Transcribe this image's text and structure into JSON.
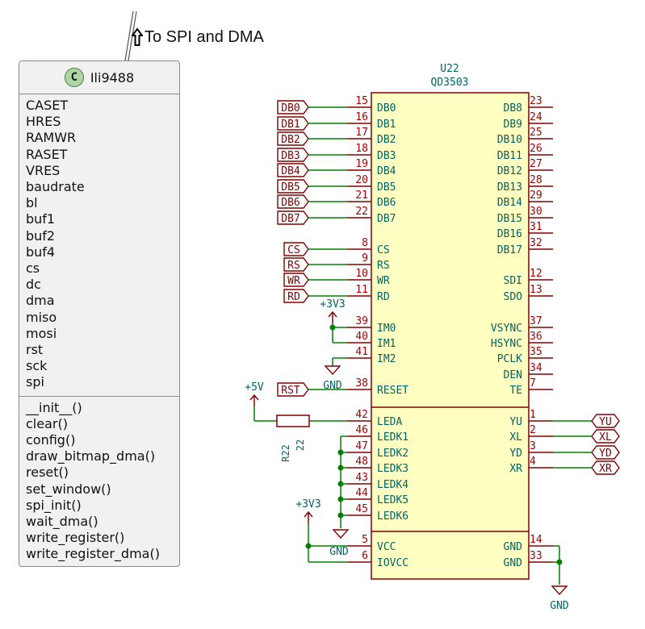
{
  "annotation": {
    "arrow_icon": "up-arrow-icon",
    "text": "To SPI and DMA"
  },
  "uml_class": {
    "badge": "C",
    "name": "Ili9488",
    "fields": [
      "CASET",
      "HRES",
      "RAMWR",
      "RASET",
      "VRES",
      "baudrate",
      "bl",
      "buf1",
      "buf2",
      "buf4",
      "cs",
      "dc",
      "dma",
      "miso",
      "mosi",
      "rst",
      "sck",
      "spi"
    ],
    "methods": [
      "__init__()",
      "clear()",
      "config()",
      "draw_bitmap_dma()",
      "reset()",
      "set_window()",
      "spi_init()",
      "wait_dma()",
      "write_register()",
      "write_register_dma()"
    ]
  },
  "schematic": {
    "ref": "U22",
    "part": "QD3503",
    "left_pins": [
      {
        "num": "15",
        "name": "DB0",
        "label": "DB0"
      },
      {
        "num": "16",
        "name": "DB1",
        "label": "DB1"
      },
      {
        "num": "17",
        "name": "DB2",
        "label": "DB2"
      },
      {
        "num": "18",
        "name": "DB3",
        "label": "DB3"
      },
      {
        "num": "19",
        "name": "DB4",
        "label": "DB4"
      },
      {
        "num": "20",
        "name": "DB5",
        "label": "DB5"
      },
      {
        "num": "21",
        "name": "DB6",
        "label": "DB6"
      },
      {
        "num": "22",
        "name": "DB7",
        "label": "DB7"
      },
      {
        "num": "8",
        "name": "CS",
        "label": "CS"
      },
      {
        "num": "9",
        "name": "RS",
        "label": "RS"
      },
      {
        "num": "10",
        "name": "WR",
        "label": "WR"
      },
      {
        "num": "11",
        "name": "RD",
        "label": "RD"
      },
      {
        "num": "39",
        "name": "IM0",
        "label": ""
      },
      {
        "num": "40",
        "name": "IM1",
        "label": ""
      },
      {
        "num": "41",
        "name": "IM2",
        "label": ""
      },
      {
        "num": "38",
        "name": "RESET",
        "label": "RST"
      },
      {
        "num": "42",
        "name": "LEDA",
        "label": ""
      },
      {
        "num": "46",
        "name": "LEDK1",
        "label": ""
      },
      {
        "num": "47",
        "name": "LEDK2",
        "label": ""
      },
      {
        "num": "48",
        "name": "LEDK3",
        "label": ""
      },
      {
        "num": "43",
        "name": "LEDK4",
        "label": ""
      },
      {
        "num": "44",
        "name": "LEDK5",
        "label": ""
      },
      {
        "num": "45",
        "name": "LEDK6",
        "label": ""
      },
      {
        "num": "5",
        "name": "VCC",
        "label": ""
      },
      {
        "num": "6",
        "name": "IOVCC",
        "label": ""
      }
    ],
    "right_pins": [
      {
        "num": "23",
        "name": "DB8",
        "label": ""
      },
      {
        "num": "24",
        "name": "DB9",
        "label": ""
      },
      {
        "num": "25",
        "name": "DB10",
        "label": ""
      },
      {
        "num": "26",
        "name": "DB11",
        "label": ""
      },
      {
        "num": "27",
        "name": "DB12",
        "label": ""
      },
      {
        "num": "28",
        "name": "DB13",
        "label": ""
      },
      {
        "num": "29",
        "name": "DB14",
        "label": ""
      },
      {
        "num": "30",
        "name": "DB15",
        "label": ""
      },
      {
        "num": "31",
        "name": "DB16",
        "label": ""
      },
      {
        "num": "32",
        "name": "DB17",
        "label": ""
      },
      {
        "num": "12",
        "name": "SDI",
        "label": ""
      },
      {
        "num": "13",
        "name": "SDO",
        "label": ""
      },
      {
        "num": "37",
        "name": "VSYNC",
        "label": ""
      },
      {
        "num": "36",
        "name": "HSYNC",
        "label": ""
      },
      {
        "num": "35",
        "name": "PCLK",
        "label": ""
      },
      {
        "num": "34",
        "name": "DEN",
        "label": ""
      },
      {
        "num": "7",
        "name": "TE",
        "label": ""
      },
      {
        "num": "1",
        "name": "YU",
        "label": "YU"
      },
      {
        "num": "2",
        "name": "XL",
        "label": "XL"
      },
      {
        "num": "3",
        "name": "YD",
        "label": "YD"
      },
      {
        "num": "4",
        "name": "XR",
        "label": "XR"
      },
      {
        "num": "14",
        "name": "GND",
        "label": ""
      },
      {
        "num": "33",
        "name": "GND",
        "label": ""
      }
    ],
    "power": {
      "v3v3_top": "+3V3",
      "v3v3_bottom": "+3V3",
      "v5": "+5V",
      "gnd_im": "GND",
      "gnd_vcc": "GND",
      "gnd_right": "GND"
    },
    "resistor": {
      "ref": "R22",
      "value": "22"
    }
  },
  "colors": {
    "wire": "#008000",
    "pin": "#840000",
    "body_fill": "#ffffc2",
    "body_stroke": "#840000",
    "text_teal": "#006464",
    "pinnum": "#a90000",
    "power": "#840000"
  }
}
